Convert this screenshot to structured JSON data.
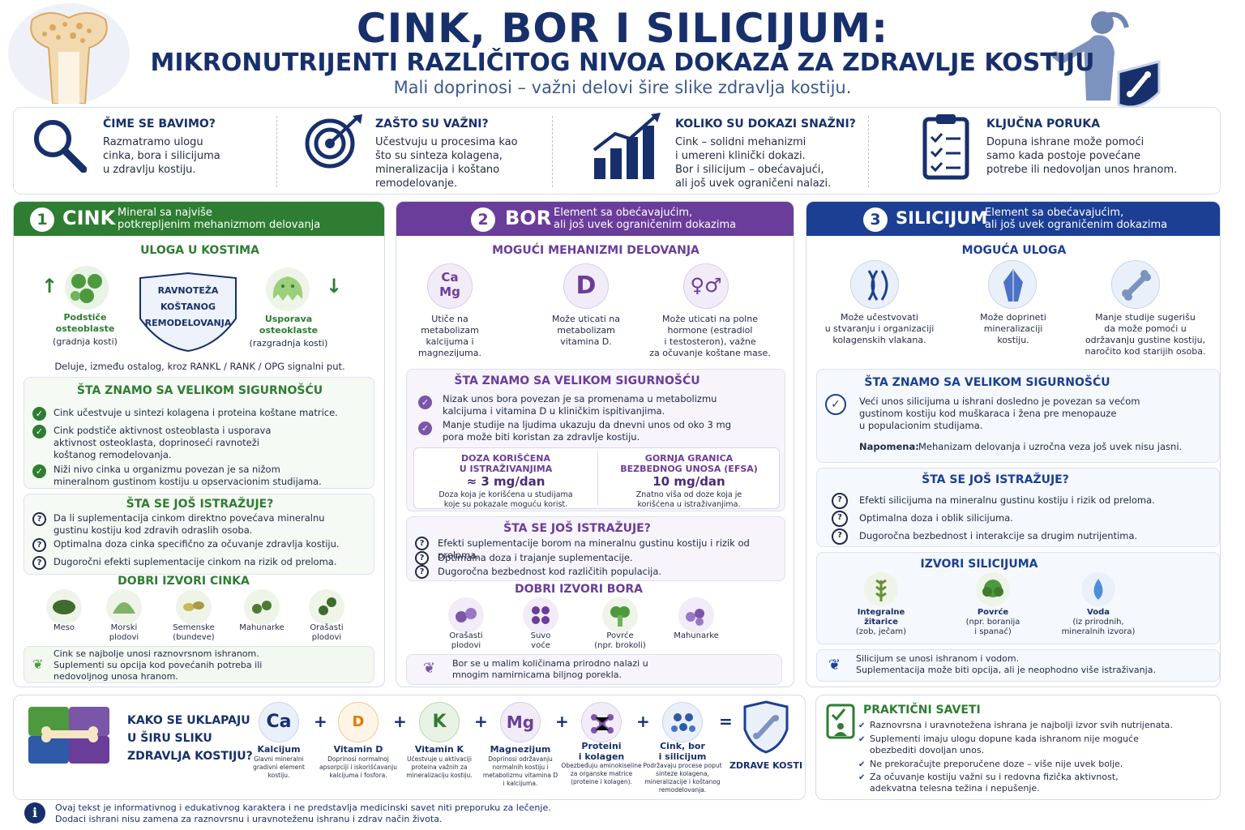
{
  "header": {
    "title": "CINK, BOR I SILICIJUM:",
    "subtitle": "MIKRONUTRIJENTI RAZLIČITOG NIVOA DOKAZA ZA ZDRAVLJE KOSTIJU",
    "tagline": "Mali doprinosi – važni delovi šire slike zdravlja kostiju."
  },
  "intro": [
    {
      "icon": "magnifier-icon",
      "title": "ČIME SE BAVIMO?",
      "text": "Razmatramo ulogu\ncinka, bora i silicijuma\nu zdravlju kostiju."
    },
    {
      "icon": "target-icon",
      "title": "ZAŠTO SU VAŽNI?",
      "text": "Učestvuju u procesima kao\nšto su sinteza kolagena,\nmineralizacija i koštano\nremodelovanje."
    },
    {
      "icon": "bar-chart-icon",
      "title": "KOLIKO SU DOKAZI SNAŽNI?",
      "text": "Cink – solidni mehanizmi\ni umereni klinički dokazi.\nBor i silicijum – obećavajući,\nali još uvek ograničeni nalazi."
    },
    {
      "icon": "clipboard-icon",
      "title": "KLJUČNA PORUKA",
      "text": "Dopuna ishrane može pomoći\nsamo kada postoje povećane\npotrebe ili nedovoljan unos hranom."
    }
  ],
  "zinc": {
    "num": "1",
    "name": "CINK",
    "sub": "Mineral sa najviše\npotkrepljenim mehanizmom delovanja",
    "color": "#2e7d32",
    "role_title": "ULOGA U KOSTIMA",
    "shield": "RAVNOTEŽA\nKOŠTANOG\nREMODELOVANJA",
    "left": {
      "bold": "Podstiče\nosteoblaste",
      "normal": "(gradnja kosti)"
    },
    "right": {
      "bold": "Usporava\nosteoklaste",
      "normal": "(razgradnja kosti)"
    },
    "pathway": "Deluje, između ostalog, kroz RANKL / RANK / OPG signalni put.",
    "known_title": "ŠTA ZNAMO SA VELIKOM SIGURNOŠĆU",
    "known": [
      "Cink učestvuje u sintezi kolagena i proteina koštane matrice.",
      "Cink podstiče aktivnost osteoblasta i usporava\naktivnost osteoklasta, doprinoseći ravnoteži\nkoštanog remodelovanja.",
      "Niži nivo cinka u organizmu povezan je sa nižom\nmineralnom gustinom kostiju u opservacionim studijama."
    ],
    "research_title": "ŠTA SE JOŠ ISTRAŽUJE?",
    "research": [
      "Da li suplementacija cinkom direktno povećava mineralnu\ngustinu kostiju kod zdravih odraslih osoba.",
      "Optimalna doza cinka specifično za očuvanje zdravlja kostiju.",
      "Dugoročni efekti suplementacije cinkom na rizik od preloma."
    ],
    "sources_title": "DOBRI IZVORI CINKA",
    "sources": [
      "Meso",
      "Morski\nplodovi",
      "Semenske\n(bundeve)",
      "Mahunarke",
      "Orašasti\nplodovi"
    ],
    "note": "Cink se najbolje unosi raznovrsnom ishranom.\nSuplementi su opcija kod povećanih potreba ili\nnedovoljnog unosa hranom."
  },
  "boron": {
    "num": "2",
    "name": "BOR",
    "sub": "Element sa obećavajućim,\nali još uvek ograničenim dokazima",
    "color": "#6a3d9a",
    "mech_title": "MOGUĆI MEHANIZMI DELOVANJA",
    "mech": [
      {
        "icon": "Ca\nMg",
        "text": "Utiče na metabolizam\nkalcijuma i magnezijuma."
      },
      {
        "icon": "D",
        "text": "Može uticati na\nmetabolizam\nvitamina D."
      },
      {
        "icon": "♀♂",
        "text": "Može uticati na polne\nhormone (estradiol\ni testosteron), važne\nza očuvanje koštane mase."
      }
    ],
    "known_title": "ŠTA ZNAMO SA VELIKOM SIGURNOŠĆU",
    "known": [
      "Nizak unos bora povezan je sa promenama u metabolizmu\nkalcijuma i vitamina D u kliničkim ispitivanjima.",
      "Manje studije na ljudima ukazuju da dnevni unos od oko 3 mg\npora može biti koristan za zdravlje kostiju."
    ],
    "dose": {
      "title": "DOZA KORIŠĆENA\nU ISTRAŽIVANJIMA",
      "value": "≈ 3 mg/dan",
      "desc": "Doza koja je korišćena u studijama\nkoje su pokazale moguću korist."
    },
    "limit": {
      "title": "GORNJA GRANICA\nBEZBEDNOG UNOSA (EFSA)",
      "value": "10 mg/dan",
      "desc": "Znatno viša od doze koja je\nkorišćena u istraživanjima."
    },
    "research_title": "ŠTA SE JOŠ ISTRAŽUJE?",
    "research": [
      "Efekti suplementacije borom na mineralnu gustinu kostiju i rizik od preloma.",
      "Optimalna doza i trajanje suplementacije.",
      "Dugoročna bezbednost kod različitih populacija."
    ],
    "sources_title": "DOBRI IZVORI BORA",
    "sources": [
      "Orašasti\nplodovi",
      "Suvo\nvoće",
      "Povrće\n(npr. brokoli)",
      "Mahunarke"
    ],
    "note": "Bor se u malim količinama prirodno nalazi u\nmnogim namirnicama biljnog porekla."
  },
  "silicon": {
    "num": "3",
    "name": "SILICIJUM",
    "sub": "Element sa obećavajućim,\nali još uvek ograničenim dokazima",
    "color": "#1c3f94",
    "role_title": "MOGUĆA ULOGA",
    "roles": [
      "Može učestvovati\nu stvaranju i organizaciji\nkolagenskih vlakana.",
      "Može doprineti\nmineralizaciji\nkostiju.",
      "Manje studije sugerišu\nda može pomoći u\nodržavanju gustine kostiju,\nnaročito kod starijih osoba."
    ],
    "known_title": "ŠTA ZNAMO SA VELIKOM SIGURNOŠĆU",
    "known": "Veći unos silicijuma u ishrani dosledno je povezan sa većom\ngustinom kostiju kod muškaraca i žena pre menopauze\nu populacionim studijama.",
    "note_label": "Napomena:",
    "note_text": " Mehanizam delovanja i uzročna veza još uvek nisu jasni.",
    "research_title": "ŠTA SE JOŠ ISTRAŽUJE?",
    "research": [
      "Efekti silicijuma na mineralnu gustinu kostiju i rizik od preloma.",
      "Optimalna doza i oblik silicijuma.",
      "Dugoročna bezbednost i interakcije sa drugim nutrijentima."
    ],
    "sources_title": "IZVORI SILICIJUMA",
    "sources": [
      {
        "bold": "Integralne\nžitarice",
        "normal": "(zob, ječam)"
      },
      {
        "bold": "Povrće",
        "normal": "(npr. boranija\ni spanać)"
      },
      {
        "bold": "Voda",
        "normal": "(iz prirodnih,\nmineralnih izvora)"
      }
    ],
    "note": "Silicijum se unosi ishranom i vodom.\nSuplementacija može biti opcija, ali je neophodno više istraživanja."
  },
  "fit": {
    "title": "KAKO SE UKLAPAJU\nU ŠIRU SLIKU\nZDRAVLJA KOSTIJU?",
    "items": [
      {
        "sym": "Ca",
        "name": "Kalcijum",
        "desc": "Glavni mineralni\ngradivni element\nkostiju."
      },
      {
        "sym": "D",
        "name": "Vitamin D",
        "desc": "Doprinosi normalnoj\napsorpciji i iskorišćavanju\nkalcijuma i fosfora."
      },
      {
        "sym": "K",
        "name": "Vitamin K",
        "desc": "Učestvuje u aktivaciji\nproteina važnih za\nmineralizaciju kostiju."
      },
      {
        "sym": "Mg",
        "name": "Magnezijum",
        "desc": "Doprinosi održavanju\nnormalnih kostiju i\nmetabolizmu vitamina D\ni kalcijuma."
      },
      {
        "sym": "",
        "name": "Proteini\ni kolagen",
        "desc": "Obezbeđuju aminokiseline\nza organske matrice\n(proteine i kolagen)."
      },
      {
        "sym": "",
        "name": "Cink, bor\ni silicijum",
        "desc": "Podržavaju procese poput\nsinteze kolagena,\nmineralizacije i koštanog\nremodelovanja."
      }
    ],
    "result": "ZDRAVE KOSTI"
  },
  "tips": {
    "title": "PRAKTIČNI SAVETI",
    "items": [
      "Raznovrsna i uravnotežena ishrana je najbolji izvor svih nutrijenata.",
      "Suplementi imaju ulogu dopune kada ishranom nije moguće\nobezbediti dovoljan unos.",
      "Ne prekoračujte preporučene doze – više nije uvek bolje.",
      "Za očuvanje kostiju važni su i redovna fizička aktivnost,\nadekvatna telesna težina i nepušenje."
    ]
  },
  "footer": "Ovaj tekst je informativnog i edukativnog karaktera i ne predstavlja medicinski savet niti preporuku za lečenje.\nDodaci ishrani nisu zamena za raznovrsnu i uravnoteženu ishranu i zdrav način života."
}
